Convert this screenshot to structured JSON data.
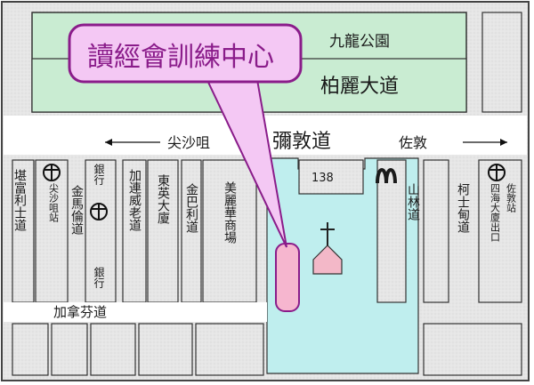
{
  "title": "讀經會訓練中心",
  "streets": {
    "park": "九龍公園",
    "austin": "柏麗大道",
    "nathan": "彌敦道",
    "left_arrow_label": "尖沙咀",
    "right_arrow_label": "佐敦",
    "kimberley": "加拿芬道",
    "hanoi": "堪富利士道",
    "kimmah": "金馬倫道",
    "carnarvon": "加連威老道",
    "tungying": "東英大廈",
    "kimbar": "金巴利道",
    "miramar": "美麗華商場",
    "shanlin": "山林道",
    "cameron": "柯士甸道"
  },
  "buildings": {
    "bank_top": "銀行",
    "bank_bottom": "銀行",
    "number_138": "138",
    "mtr_left": "尖沙咀站",
    "mtr_right": "佐敦站",
    "mtr_right_exit": "四海大廈出口"
  },
  "colors": {
    "background": "#e7e7e7",
    "park_green": "#c9ecd2",
    "water": "#bfeeee",
    "street_white": "#ffffff",
    "callout_fill": "#f4c8f4",
    "callout_text": "#8a1c8a",
    "marker_pink": "#f6b6cf",
    "church": "#f3b8c8"
  },
  "icons": {
    "mtr": "mtr-logo-icon",
    "mcdonalds": "mcdonalds-logo-icon",
    "church": "church-icon",
    "target": "location-marker-icon"
  }
}
